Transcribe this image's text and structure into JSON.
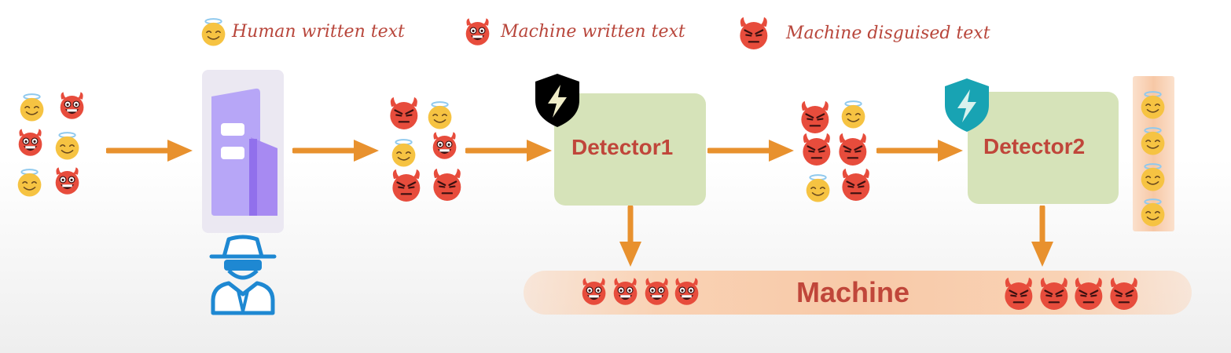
{
  "legend": {
    "human_label": "Human written text",
    "machine_label": "Machine written text",
    "disguised_label": "Machine disguised text",
    "human_icon": "smiling-angel-face-icon",
    "machine_icon": "grinning-devil-face-icon",
    "disguised_icon": "angry-devil-face-icon"
  },
  "detector1": {
    "label": "Detector1",
    "shield_icon": "black-lightning-shield-icon"
  },
  "detector2": {
    "label": "Detector2",
    "shield_icon": "teal-lightning-shield-icon"
  },
  "result": {
    "label": "Machine"
  },
  "icons": {
    "disguiser": "purple-document-tool-icon",
    "attacker": "spy-hat-glasses-icon",
    "arrow": "orange-right-arrow-icon"
  },
  "colors": {
    "text_accent": "#c0463a",
    "arrow": "#e8912e",
    "detector_box": "#d6e3b9",
    "shield1": "#000000",
    "shield2": "#18a3b3",
    "human_face": "#f6c342",
    "devil_face": "#e74c3c",
    "spy": "#1e88d2",
    "tool": "#b9a8f5"
  }
}
